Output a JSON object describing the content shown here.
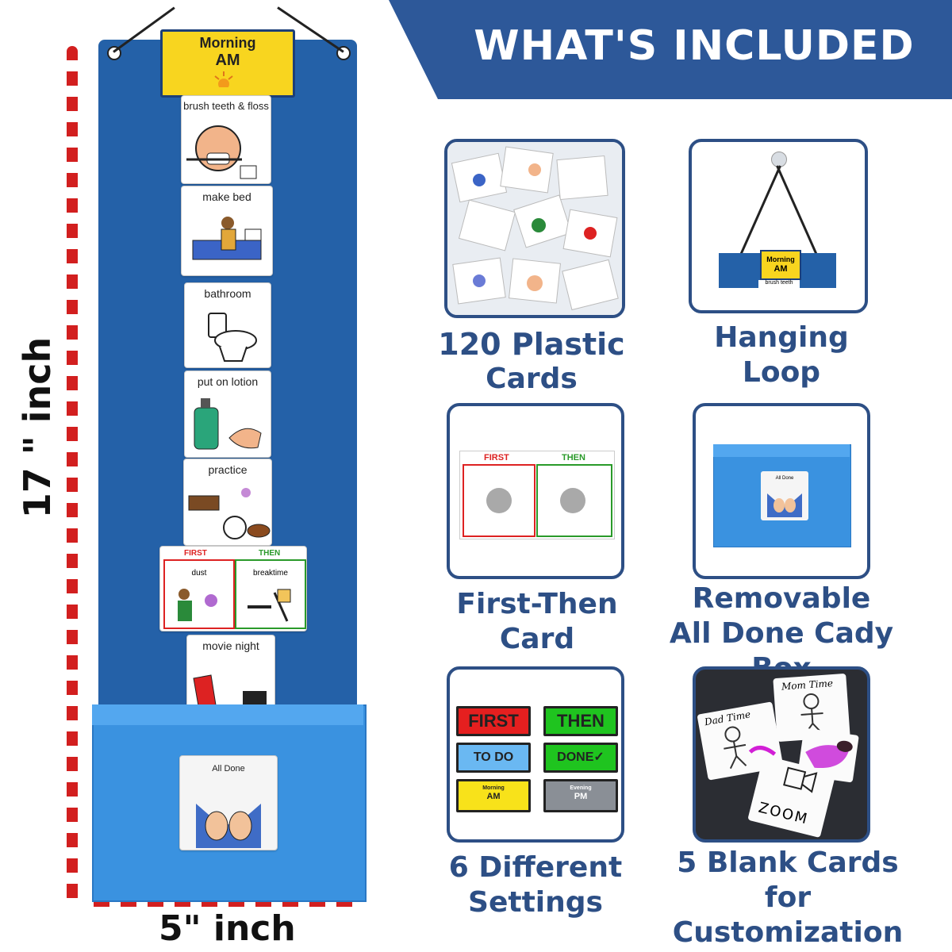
{
  "banner": {
    "title": "WHAT'S INCLUDED"
  },
  "dimensions": {
    "height_label": "17 \" inch",
    "width_label": "5\" inch"
  },
  "chart": {
    "sign_line1": "Morning",
    "sign_line2": "AM",
    "cards": [
      {
        "label": "brush teeth & floss",
        "icon": "brushing-teeth-icon"
      },
      {
        "label": "make bed",
        "icon": "making-bed-icon"
      },
      {
        "label": "bathroom",
        "icon": "toilet-icon"
      },
      {
        "label": "put on lotion",
        "icon": "lotion-icon"
      },
      {
        "label": "practice",
        "icon": "practice-icon"
      },
      {
        "label": "movie night",
        "icon": "movie-icon"
      }
    ],
    "first_then": {
      "first": "FIRST",
      "then": "THEN",
      "first_label": "dust",
      "then_label": "breaktime"
    },
    "box_card_label": "All Done"
  },
  "items": [
    {
      "caption_line1": "120 Plastic",
      "caption_line2": "Cards"
    },
    {
      "caption_line1": "Hanging",
      "caption_line2": "Loop",
      "photo_line1": "Morning",
      "photo_line2": "AM",
      "photo_card": "brush teeth"
    },
    {
      "caption_line1": "First-Then",
      "caption_line2": "Card",
      "first": "FIRST",
      "then": "THEN"
    },
    {
      "caption_line1": "Removable",
      "caption_line2": "All Done Cady Box",
      "photo_card": "All Done"
    },
    {
      "caption_line1": "6 Different",
      "caption_line2": "Settings",
      "tiles": {
        "first": "FIRST",
        "then": "THEN",
        "todo": "TO DO",
        "done": "DONE",
        "morning": "Morning",
        "am": "AM",
        "evening": "Evening",
        "pm": "PM"
      }
    },
    {
      "caption_line1": "5 Blank Cards",
      "caption_line2": "for Customization",
      "handwriting": {
        "mom": "Mom Time",
        "dad": "Dad Time",
        "zoom": "ZOOM"
      }
    }
  ],
  "colors": {
    "banner": "#2d5899",
    "board": "#2461a8",
    "box": "#3a92e0",
    "caption": "#2d4f85",
    "dots": "#d21f1f",
    "sign": "#f8d51f"
  }
}
